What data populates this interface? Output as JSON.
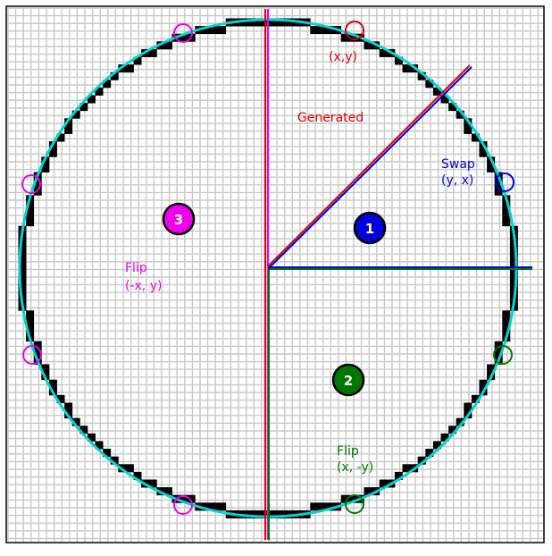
{
  "labels": {
    "generated_point": "(x,y)",
    "generated": "Generated",
    "swap_title": "Swap",
    "swap_coords": "(y, x)",
    "flip_y_title": "Flip",
    "flip_y_coords": "(x, -y)",
    "flip_x_title": "Flip",
    "flip_x_coords": "(-x, y)"
  },
  "badges": {
    "one": "1",
    "two": "2",
    "three": "3"
  },
  "colors": {
    "grid": "#c8c8c8",
    "pixels": "#000000",
    "circle": "#00d4d4",
    "generated": "#dd0000",
    "swap": "#0000dd",
    "flip_y": "#007700",
    "flip_x": "#ee00ee"
  }
}
